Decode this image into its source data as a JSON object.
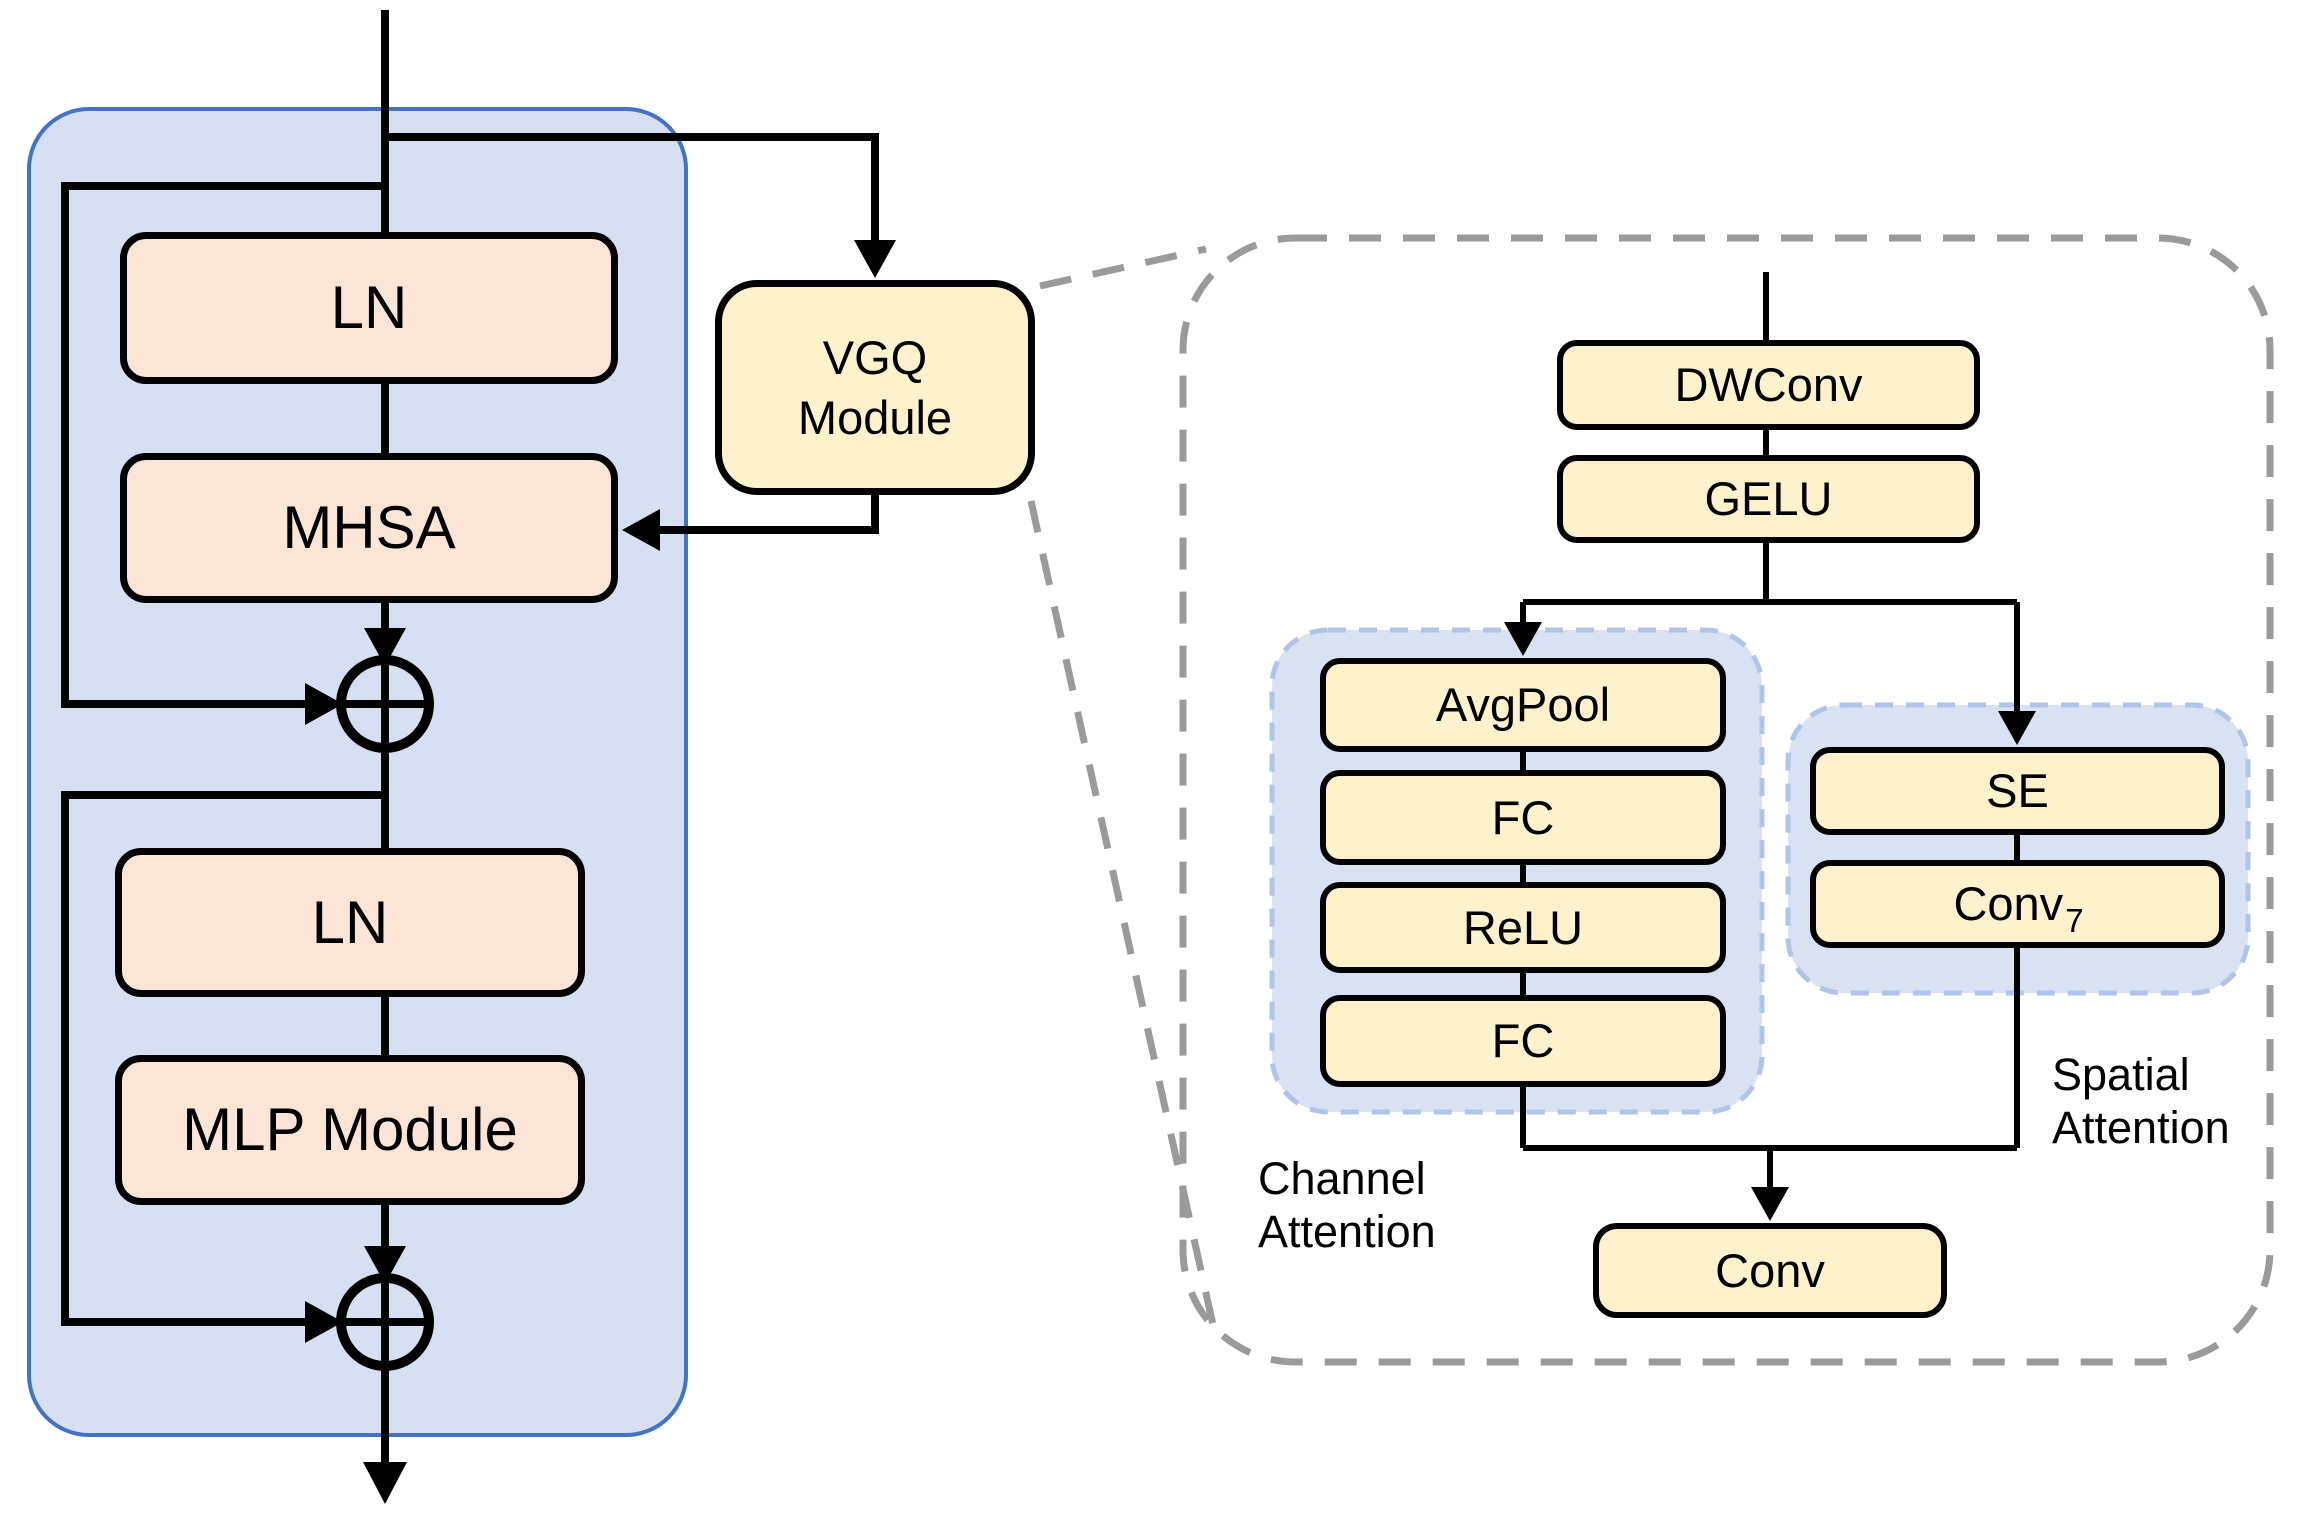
{
  "diagram_title": "Transformer block with VGQ Module and attention detail",
  "blocks": {
    "ln1": {
      "label": "LN"
    },
    "mhsa": {
      "label": "MHSA"
    },
    "ln2": {
      "label": "LN"
    },
    "mlp": {
      "label": "MLP Module"
    },
    "vgq": {
      "line1": "VGQ",
      "line2": "Module"
    },
    "dwconv": {
      "label": "DWConv"
    },
    "gelu": {
      "label": "GELU"
    },
    "avgpool": {
      "label": "AvgPool"
    },
    "fc1": {
      "label": "FC"
    },
    "relu": {
      "label": "ReLU"
    },
    "fc2": {
      "label": "FC"
    },
    "se": {
      "label": "SE"
    },
    "conv7": {
      "base": "Conv",
      "sub": "7"
    },
    "conv": {
      "label": "Conv"
    }
  },
  "groups": {
    "channel": {
      "line1": "Channel",
      "line2": "Attention"
    },
    "spatial": {
      "line1": "Spatial",
      "line2": "Attention"
    }
  },
  "icons": {
    "add": "circled plus (element-wise addition)"
  },
  "colors": {
    "container-fill": "#d7e0f2",
    "container-border": "#4472c4",
    "peach-fill": "#fbe5d6",
    "cream-fill": "#fef2cc",
    "box-border": "#000000",
    "group-fill": "#d9e2f3",
    "group-border": "#afc4e8",
    "panel-border": "#9a9a9a",
    "line": "#000000",
    "text": "#000000"
  }
}
